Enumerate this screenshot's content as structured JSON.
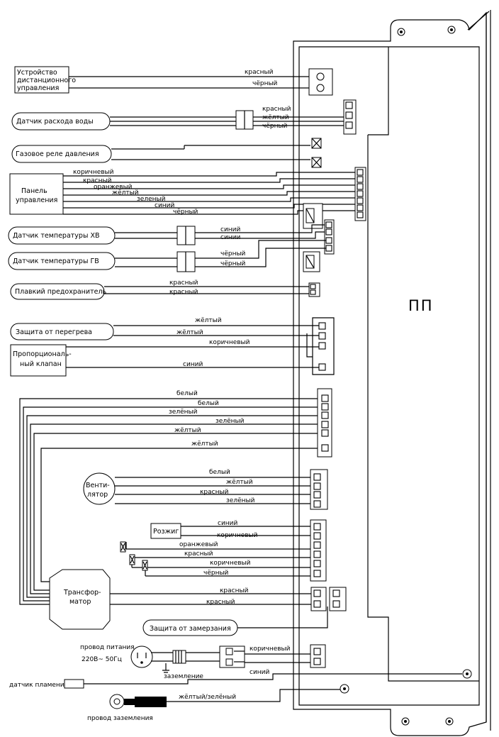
{
  "board_label": "ПП",
  "components": {
    "remote": [
      "Устройство",
      "дистанционного",
      "управления"
    ],
    "flow_sensor": "Датчик расхода воды",
    "gas_relay": "Газовое реле давления",
    "control_panel": [
      "Панель",
      "управления"
    ],
    "cold_temp_sensor": "Датчик температуры ХВ",
    "hot_temp_sensor": "Датчик температуры ГВ",
    "fuse": "Плавкий предохранитель",
    "overheat": "Защита от перегрева",
    "prop_valve": [
      "Пропорциональ-",
      "ный клапан"
    ],
    "fan": [
      "Венти-",
      "лятор"
    ],
    "igniter": "Розжиг",
    "transformer": [
      "Трансфор-",
      "матор"
    ],
    "freeze_protection": "Защита от замерзания",
    "power_cord": [
      "провод питания",
      "220В~ 50Гц"
    ],
    "grounding": "заземление",
    "flame_sensor": "датчик пламени",
    "ground_wire": "провод заземления"
  },
  "wire_labels": {
    "remote": [
      "красный",
      "чёрный"
    ],
    "flow": [
      "красный",
      "жёлтый",
      "чёрный"
    ],
    "panel": [
      "коричневый",
      "красный",
      "оранжевый",
      "жёлтый",
      "зеленый",
      "синий",
      "чёрный"
    ],
    "cold": [
      "синий",
      "синии"
    ],
    "hot": [
      "чёрный",
      "чёрный"
    ],
    "fuse": [
      "красный",
      "красный"
    ],
    "overheat": [
      "жёлтый",
      "жёлтый",
      "коричневый",
      "синий"
    ],
    "group6": [
      "белый",
      "белый",
      "зелёный",
      "зелёный",
      "жёлтый",
      "жёлтый"
    ],
    "fan": [
      "белый",
      "жёлтый",
      "красный",
      "зелёный"
    ],
    "igniter": [
      "синий",
      "коричневый",
      "оранжевый",
      "красный",
      "коричневый",
      "чёрный"
    ],
    "transformer": [
      "красный",
      "красный"
    ],
    "power": [
      "коричневый"
    ],
    "flame": [
      "синий"
    ],
    "ground": [
      "жёлтый/зелёный"
    ]
  }
}
